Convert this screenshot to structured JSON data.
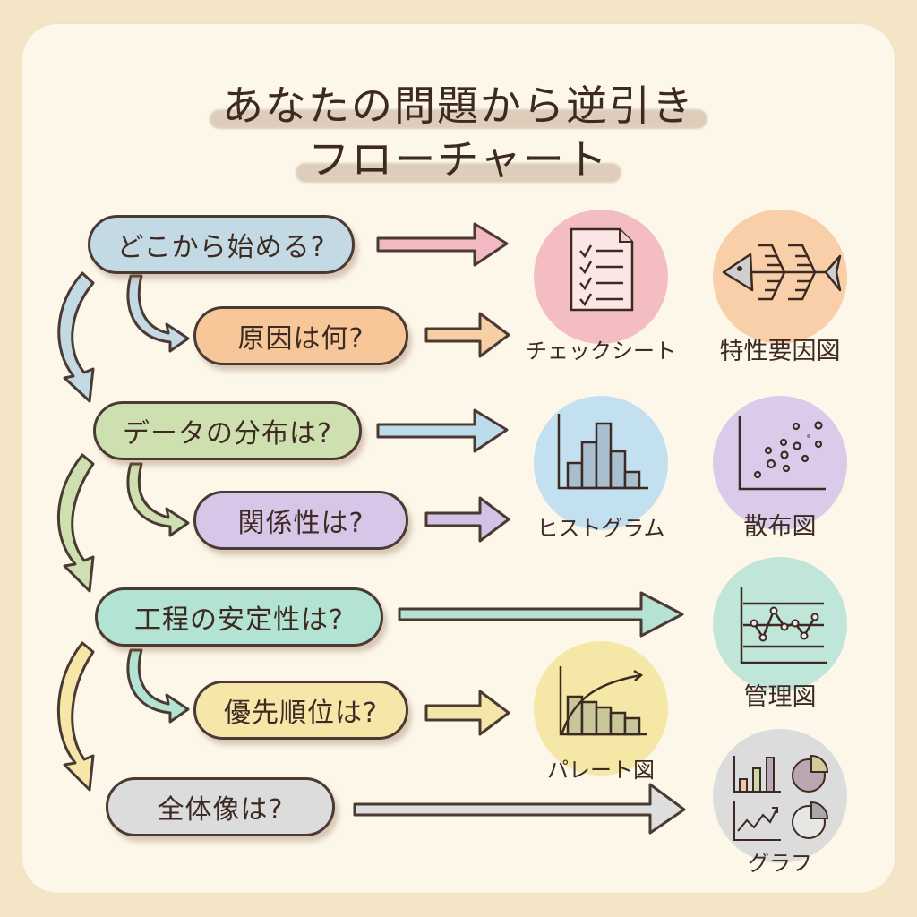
{
  "title": {
    "line1": "あなたの問題から逆引き",
    "line2": "フローチャート"
  },
  "questions": [
    {
      "id": "start",
      "label": "どこから始める?",
      "color": "#c3d9e3"
    },
    {
      "id": "cause",
      "label": "原因は何?",
      "color": "#f7c79a"
    },
    {
      "id": "distribution",
      "label": "データの分布は?",
      "color": "#cfe0b0"
    },
    {
      "id": "relationship",
      "label": "関係性は?",
      "color": "#d8c6e8"
    },
    {
      "id": "stability",
      "label": "工程の安定性は?",
      "color": "#b3e3d3"
    },
    {
      "id": "priority",
      "label": "優先順位は?",
      "color": "#f6e7a9"
    },
    {
      "id": "overview",
      "label": "全体像は?",
      "color": "#dcdcdc"
    }
  ],
  "tools": [
    {
      "id": "check-sheet",
      "label": "チェックシート",
      "icon": "checklist-icon",
      "color": "#f4bdc2"
    },
    {
      "id": "fishbone",
      "label": "特性要因図",
      "icon": "fishbone-icon",
      "color": "#f9cfa9"
    },
    {
      "id": "histogram",
      "label": "ヒストグラム",
      "icon": "histogram-icon",
      "color": "#c2e0f0"
    },
    {
      "id": "scatter",
      "label": "散布図",
      "icon": "scatter-plot-icon",
      "color": "#dccaea"
    },
    {
      "id": "control-chart",
      "label": "管理図",
      "icon": "control-chart-icon",
      "color": "#bfe6d8"
    },
    {
      "id": "pareto",
      "label": "パレート図",
      "icon": "pareto-chart-icon",
      "color": "#f5e7a5"
    },
    {
      "id": "graph",
      "label": "グラフ",
      "icon": "graphs-icon",
      "color": "#dcdcdc"
    }
  ],
  "arrow_colors": {
    "to_check_sheet": "#f2b9c2",
    "to_fishbone": "#f7cfa4",
    "to_histogram": "#bcdcec",
    "to_scatter": "#d3c2e6",
    "to_control_chart": "#b5e2d2",
    "to_pareto": "#f4e6a8",
    "to_graph": "#dedede"
  }
}
